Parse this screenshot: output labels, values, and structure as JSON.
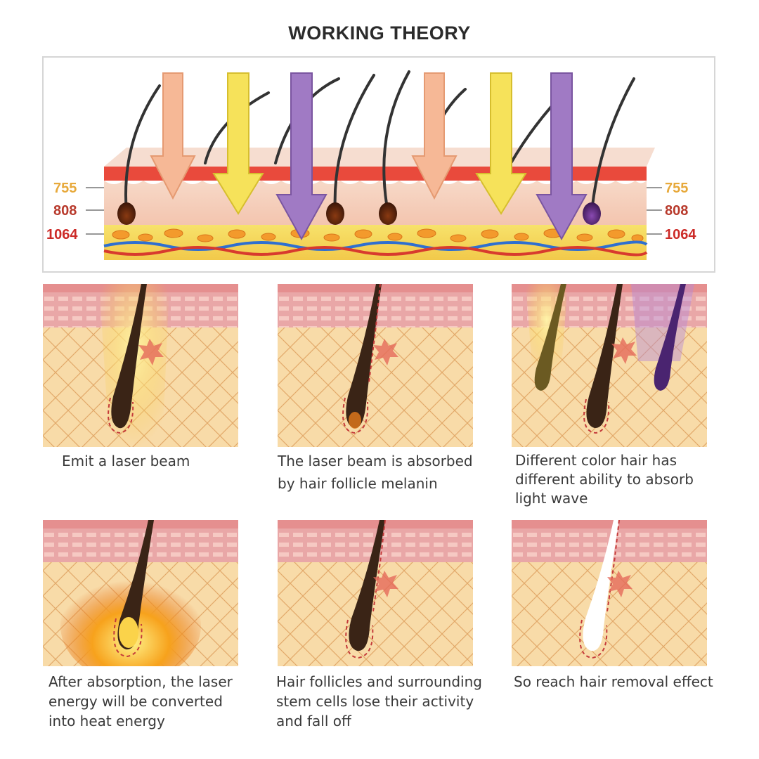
{
  "title": "WORKING THEORY",
  "wavelengths": {
    "left": [
      "755",
      "808",
      "1064"
    ],
    "right": [
      "755",
      "808",
      "1064"
    ]
  },
  "colors": {
    "wl_755": "#e7a93b",
    "wl_808": "#b83a2c",
    "wl_1064": "#cc2a27",
    "beam_peach": "#f6b896",
    "beam_yellow": "#f6e25a",
    "beam_purple": "#a07ac4"
  },
  "steps": [
    {
      "icon": "laser-beam-emit",
      "caption_lines": [
        "Emit a laser beam"
      ]
    },
    {
      "icon": "melanin-absorption",
      "caption_lines": [
        "The laser beam is absorbed",
        "by hair follicle melanin"
      ]
    },
    {
      "icon": "hair-colors-absorption",
      "caption_lines": [
        "Different color hair has",
        "different ability to absorb",
        "light wave"
      ]
    },
    {
      "icon": "heat-conversion",
      "caption_lines": [
        "After absorption, the laser",
        "energy will be converted",
        "into heat energy"
      ]
    },
    {
      "icon": "follicle-inactive",
      "caption_lines": [
        "Hair follicles and surrounding",
        "stem cells lose their activity",
        "and fall off"
      ]
    },
    {
      "icon": "hair-removed",
      "caption_lines": [
        "So reach hair removal effect"
      ]
    }
  ]
}
